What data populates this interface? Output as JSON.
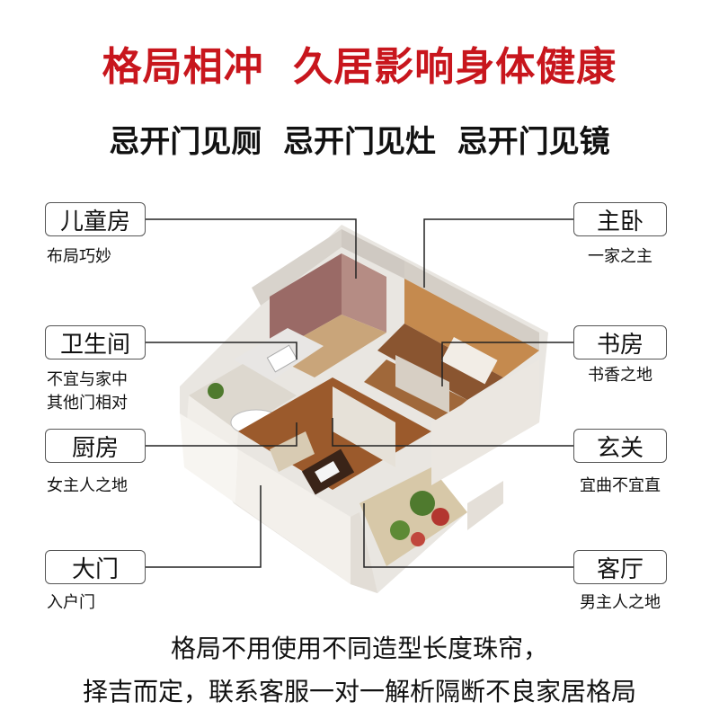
{
  "header": {
    "title": "格局相冲  久居影响身体健康",
    "subtitle": "忌开门见厕  忌开门见灶  忌开门见镜"
  },
  "labels_left": [
    {
      "name": "儿童房",
      "desc": "布局巧妙"
    },
    {
      "name": "卫生间",
      "desc": "不宜与家中\n其他门相对"
    },
    {
      "name": "厨房",
      "desc": "女主人之地"
    },
    {
      "name": "大门",
      "desc": "入户门"
    }
  ],
  "labels_right": [
    {
      "name": "主卧",
      "desc": "一家之主"
    },
    {
      "name": "书房",
      "desc": "书香之地"
    },
    {
      "name": "玄关",
      "desc": "宜曲不宜直"
    },
    {
      "name": "客厅",
      "desc": "男主人之地"
    }
  ],
  "footer": {
    "line1": "格局不用使用不同造型长度珠帘，",
    "line2": "择吉而定，联系客服一对一解析隔断不良家居格局"
  },
  "colors": {
    "title_red": "#c8161d",
    "text": "#111111"
  }
}
